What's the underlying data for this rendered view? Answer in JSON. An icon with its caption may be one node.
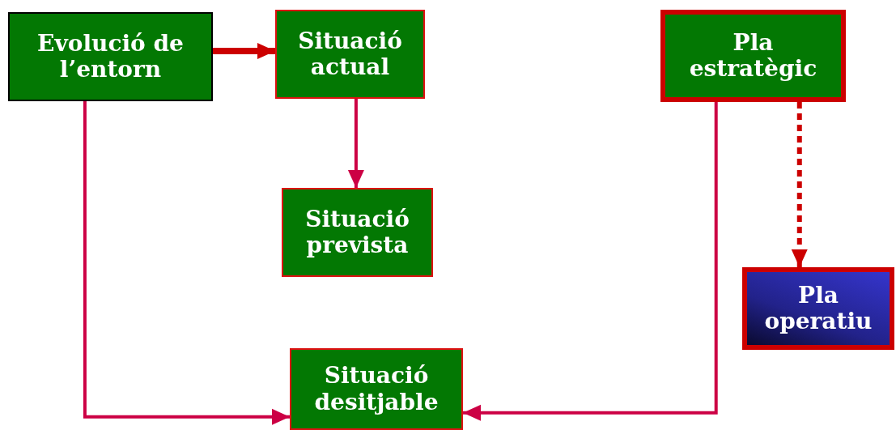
{
  "diagram": {
    "nodes": [
      {
        "text": [
          "Evolució de l’entorn"
        ]
      },
      {
        "text": [
          "Situació actual"
        ]
      },
      {
        "text": [
          "Pla estratègic"
        ]
      },
      {
        "text": [
          "Situació prevista"
        ]
      },
      {
        "text": [
          "Pla operatiu"
        ]
      },
      {
        "text": [
          "Situació desitjable"
        ]
      }
    ],
    "edges": [
      {
        "from": 0,
        "to": 1,
        "arrow": "to",
        "style": "thick",
        "color": "#cc0000"
      },
      {
        "from": 1,
        "to": 3,
        "arrow": "to"
      },
      {
        "from": 0,
        "to": 5,
        "arrow": "to"
      },
      {
        "from": 2,
        "to": 5,
        "arrow": "to"
      },
      {
        "from": 2,
        "to": 4,
        "arrow": "to",
        "style": "dashed",
        "color": "#cc0000"
      }
    ]
  }
}
